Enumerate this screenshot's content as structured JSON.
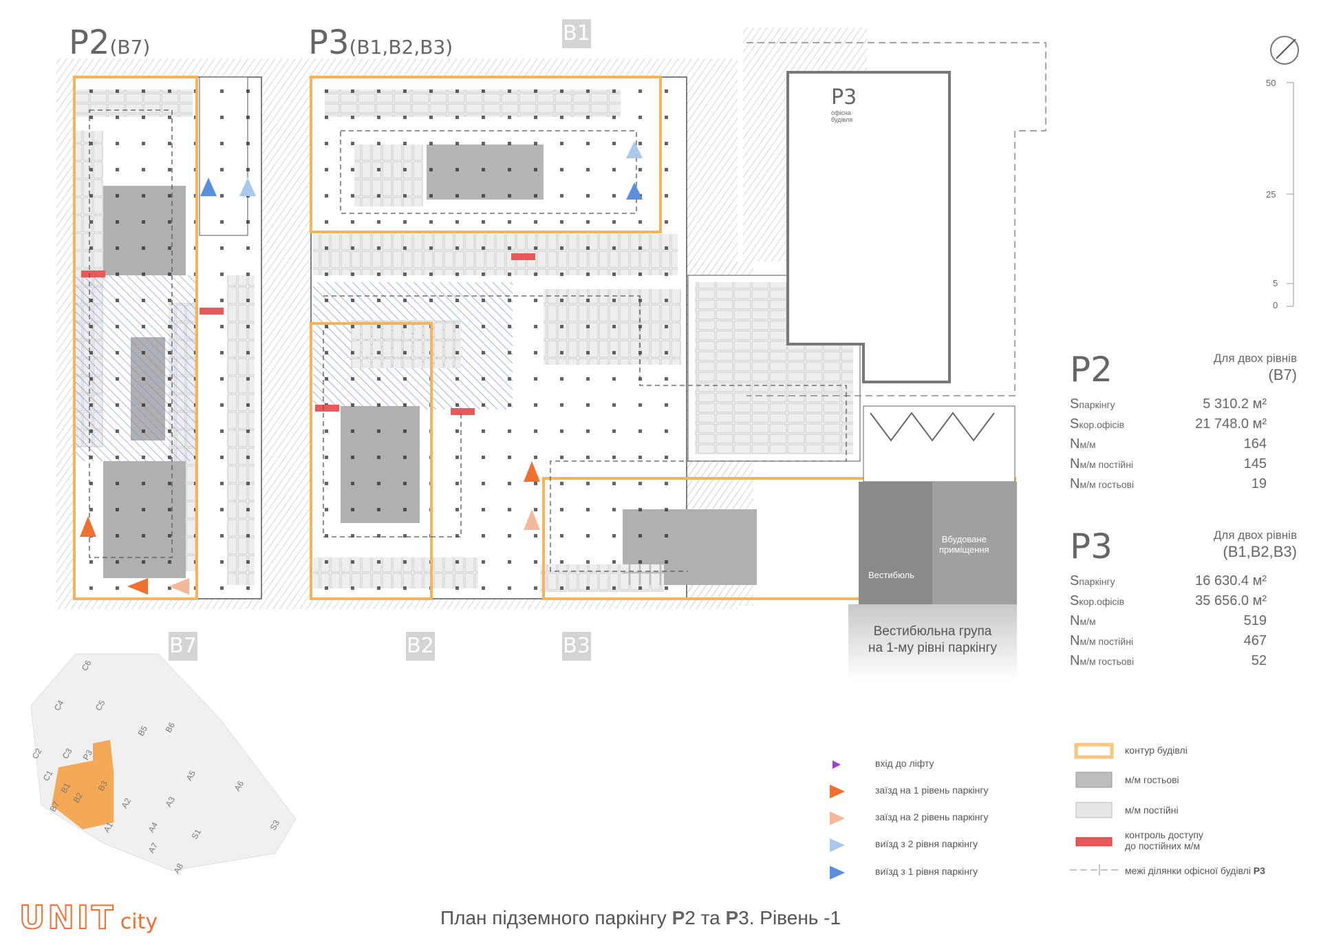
{
  "sections": {
    "p2": {
      "name": "P2",
      "sub": "(B7)"
    },
    "p3": {
      "name": "P3",
      "sub": "(B1,B2,B3)"
    }
  },
  "axis_tags": [
    "B1",
    "B7",
    "B2",
    "B3"
  ],
  "office_building": {
    "label": "P3",
    "sub1": "офісна",
    "sub2": "будівля"
  },
  "scale": {
    "labels": [
      "50",
      "25",
      "5",
      "0"
    ]
  },
  "rooms": {
    "embedded": [
      "Вбудоване",
      "приміщення"
    ],
    "vestibule": "Вестибюль"
  },
  "lobby_group": {
    "line1": "Вестибюльна група",
    "line2": "на 1-му рівні паркінгу"
  },
  "stats": [
    {
      "name": "P2",
      "desc": "Для двох рівнів",
      "desc2": "(B7)",
      "rows": [
        {
          "k": "S",
          "sub": "паркінгу",
          "v": "5 310.2 м²"
        },
        {
          "k": "S",
          "sub": "кор.офісів",
          "v": "21 748.0 м²"
        },
        {
          "k": "N",
          "sub": "м/м",
          "v": "164"
        },
        {
          "k": "N",
          "sub": "м/м постійні",
          "v": "145"
        },
        {
          "k": "N",
          "sub": "м/м гостьові",
          "v": "19"
        }
      ]
    },
    {
      "name": "P3",
      "desc": "Для двох рівнів",
      "desc2": "(B1,B2,B3)",
      "rows": [
        {
          "k": "S",
          "sub": "паркінгу",
          "v": "16 630.4 м²"
        },
        {
          "k": "S",
          "sub": "кор.офісів",
          "v": "35 656.0 м²"
        },
        {
          "k": "N",
          "sub": "м/м",
          "v": "519"
        },
        {
          "k": "N",
          "sub": "м/м постійні",
          "v": "467"
        },
        {
          "k": "N",
          "sub": "м/м гостьові",
          "v": "52"
        }
      ]
    }
  ],
  "legend_left": [
    {
      "label": "вхід до ліфту",
      "icon": "elevator-entry-arrow-icon",
      "color": "#a040d0"
    },
    {
      "label": "заїзд на 1 рівень паркінгу",
      "icon": "entry-level1-arrow-icon",
      "color": "#f07030"
    },
    {
      "label": "заїзд на 2 рівень паркінгу",
      "icon": "entry-level2-arrow-icon",
      "color": "#f4b89a"
    },
    {
      "label": "виїзд з 2 рівня паркінгу",
      "icon": "exit-level2-arrow-icon",
      "color": "#aac8ec"
    },
    {
      "label": "виїзд з 1 рівня паркінгу",
      "icon": "exit-level1-arrow-icon",
      "color": "#5a8fdc"
    }
  ],
  "legend_right": [
    {
      "label": "контур будівлі",
      "icon": "building-outline-swatch-icon",
      "color": "#f7c77b"
    },
    {
      "label": "м/м гостьові",
      "icon": "guest-parking-swatch-icon",
      "color": "#bdbdbd"
    },
    {
      "label": "м/м постійні",
      "icon": "permanent-parking-swatch-icon",
      "color": "#e0e0e0"
    },
    {
      "label": "контроль доступу",
      "label2": "до постійних м/м",
      "icon": "access-control-swatch-icon",
      "color": "#e85a5a"
    },
    {
      "label": "межі ділянки офісної будівлі ",
      "label_bold": "P3",
      "icon": "site-boundary-line-icon",
      "color": "#888888"
    }
  ],
  "minimap_labels": [
    "C6",
    "C4",
    "C5",
    "B5",
    "B6",
    "C2",
    "C3",
    "P3",
    "C1",
    "B1",
    "B2",
    "B3",
    "A5",
    "A6",
    "B7",
    "A2",
    "A3",
    "A4",
    "S1",
    "S3",
    "A1",
    "A7",
    "A8"
  ],
  "logo": {
    "brand": "UNIT",
    "suffix": "city"
  },
  "title": {
    "pre": "План підземного паркінгу ",
    "b1": "P",
    "m1": "2 та ",
    "b2": "P",
    "m2": "3. Рівень -1"
  },
  "colors": {
    "building_outline": "#f7b35a",
    "ramp_orange": "#f07030",
    "access_control": "#e85a5a",
    "hatch_blue": "#5a7fd0",
    "core_gray": "#b5b5b5"
  }
}
